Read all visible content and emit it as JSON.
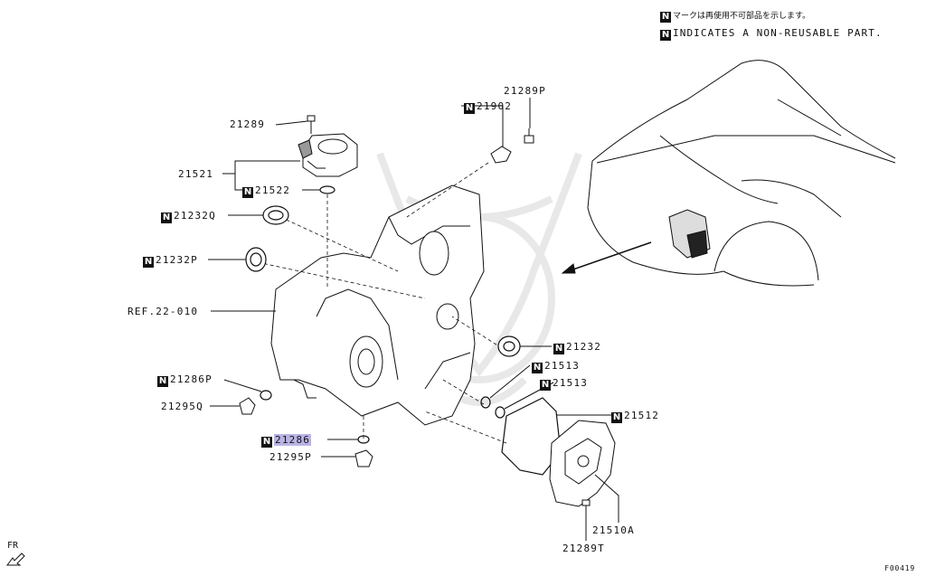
{
  "legend": {
    "symbol": "N",
    "japanese": "マークは再使用不可部品を示します。",
    "english": "INDICATES A NON-REUSABLE PART."
  },
  "parts": {
    "p21289": "21289",
    "p21521": "21521",
    "p21522": "21522",
    "p21232Q": "21232Q",
    "p21232P": "21232P",
    "ref": "REF.22-010",
    "p21286P": "21286P",
    "p21295Q": "21295Q",
    "p21286": "21286",
    "p21295P": "21295P",
    "p21289P": "21289P",
    "p21902": "21902",
    "p21232": "21232",
    "p21513a": "21513",
    "p21513b": "21513",
    "p21512": "21512",
    "p21510A": "21510A",
    "p21289T": "21289T"
  },
  "figure_code": "F00419",
  "front_marker": "FR",
  "colors": {
    "line": "#111111",
    "highlight": "#b9b4e6",
    "watermark": "#e6e6e6"
  },
  "highlighted_part": "21286"
}
